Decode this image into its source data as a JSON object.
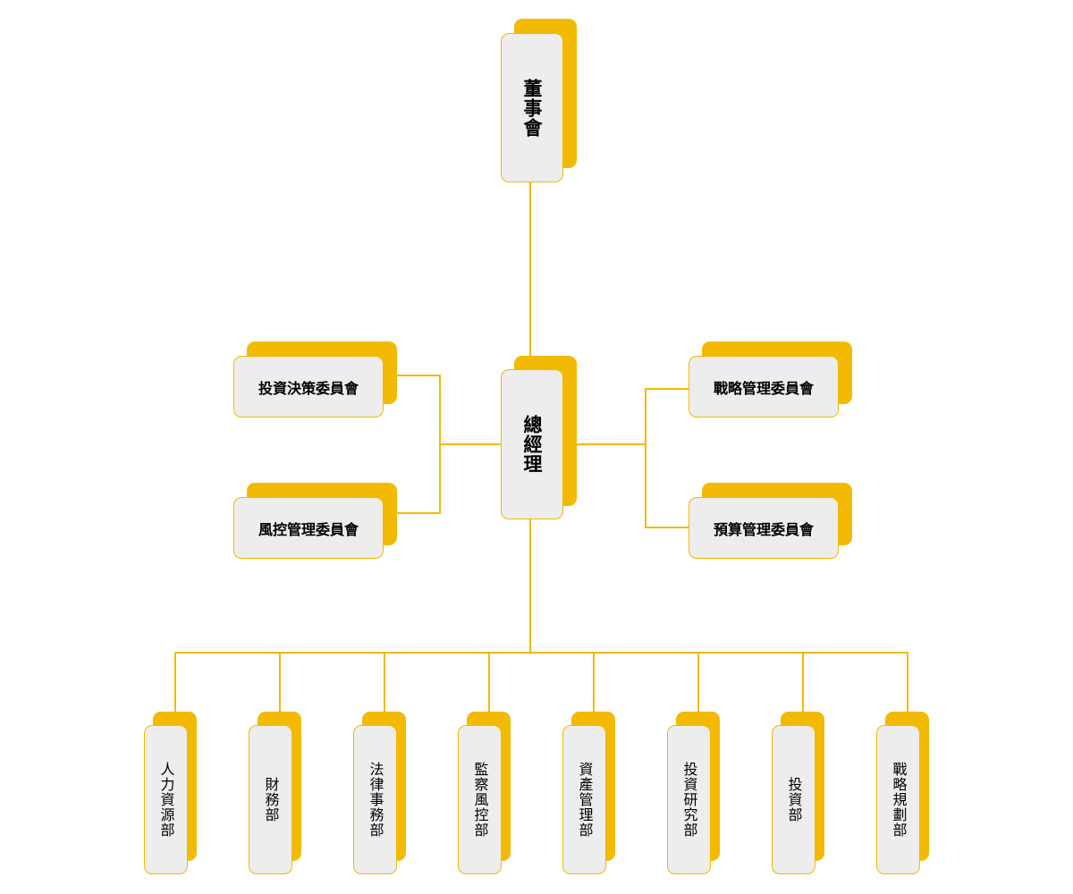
{
  "diagram": {
    "title": "Organization Chart",
    "accent_color": "#F2BA02",
    "box_fill_color": "#EDEDED",
    "root": {
      "label": "董事會"
    },
    "general_manager": {
      "label": "總經理"
    },
    "committees_left": [
      {
        "label": "投資決策委員會"
      },
      {
        "label": "風控管理委員會"
      }
    ],
    "committees_right": [
      {
        "label": "戰略管理委員會"
      },
      {
        "label": "預算管理委員會"
      }
    ],
    "departments": [
      {
        "label": "人力資源部"
      },
      {
        "label": "財務部"
      },
      {
        "label": "法律事務部"
      },
      {
        "label": "監察風控部"
      },
      {
        "label": "資產管理部"
      },
      {
        "label": "投資研究部"
      },
      {
        "label": "投資部"
      },
      {
        "label": "戰略規劃部"
      }
    ]
  }
}
